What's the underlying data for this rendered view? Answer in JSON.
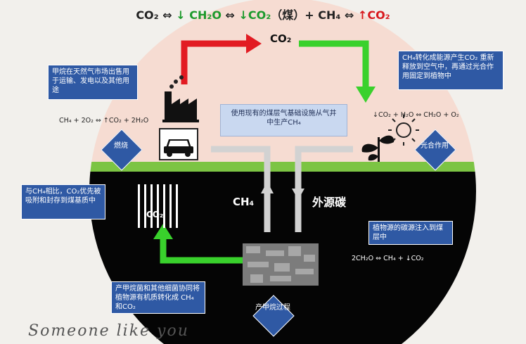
{
  "top_equation": {
    "p1": "CO₂ ⇔ ",
    "p2": "↓ CH₂O",
    "p3": " ⇔ ",
    "p4": "↓CO₂",
    "p5": "（煤）+ CH₄ ⇔ ",
    "p6": "↑CO₂"
  },
  "co2_top_label": "CO₂",
  "boxes": {
    "methane_market": "甲烷在天然气市场出售用于运输、发电以及其他用途",
    "ch4_to_energy": "CH₄转化成能源产生CO₂ 重新释放到空气中，再通过光合作用固定到植物中",
    "cbm_infrastructure": "使用现有的煤层气基础设施从气井中生产CH₄",
    "co2_adsorption": "与CH₄相比，CO₂优先被吸附和封存到煤基质中",
    "plant_carbon_inject": "植物源的碳源注入到煤层中",
    "bacteria": "产甲烷菌和其他细菌协同将植物源有机质转化成 CH₄ 和CO₂"
  },
  "equations": {
    "combustion": "CH₄ + 2O₂  ⇔  ↑CO₂ + 2H₂O",
    "photosynthesis": "↓CO₂ + H₂O  ⇔  CH₂O + O₂",
    "methanogenesis": "2CH₂O  ⇔  CH₄ + ↓CO₂"
  },
  "diamonds": {
    "combustion": "燃烧",
    "photosynthesis": "光合作用",
    "methanogenesis": "产甲烷过程"
  },
  "underground": {
    "ch4_label": "CH₄",
    "external_carbon": "外源碳",
    "co2_in_coal": "CO₂"
  },
  "handwriting": "Someone like you",
  "colors": {
    "sky": "#f6dcd2",
    "ground": "#050505",
    "grass": "#7cc443",
    "box_blue": "#2f59a4",
    "arrow_red": "#e21b22",
    "arrow_green": "#39d12c"
  }
}
